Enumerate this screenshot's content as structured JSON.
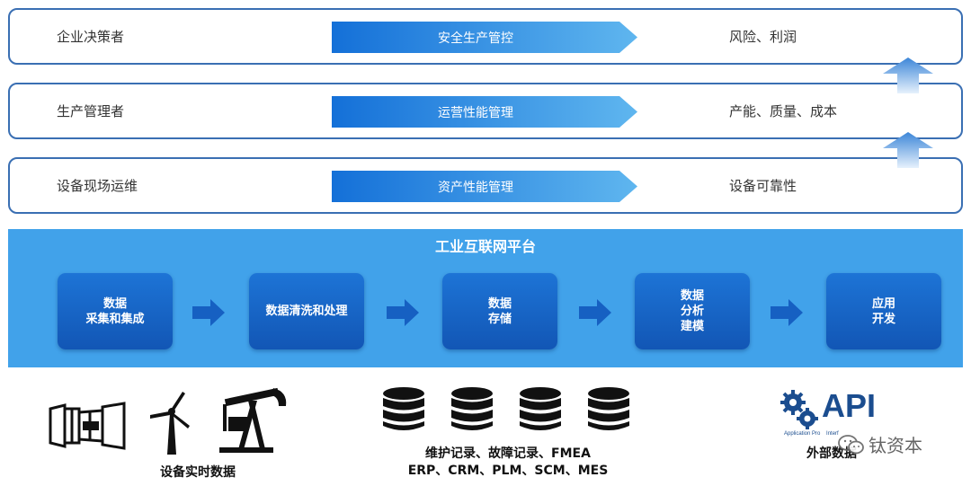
{
  "tiers": [
    {
      "role": "企业决策者",
      "bar": "安全生产管控",
      "goal": "风险、利润"
    },
    {
      "role": "生产管理者",
      "bar": "运营性能管理",
      "goal": "产能、质量、成本"
    },
    {
      "role": "设备现场运维",
      "bar": "资产性能管理",
      "goal": "设备可靠性"
    }
  ],
  "platform": {
    "title": "工业互联网平台",
    "steps": [
      "数据\n采集和集成",
      "数据清洗和处理",
      "数据\n存储",
      "数据\n分析\n建模",
      "应用\n开发"
    ]
  },
  "sources": {
    "equipment_label": "设备实时数据",
    "records_label": "维护记录、故障记录、FMEA\nERP、CRM、PLM、SCM、MES",
    "external_label": "外部数据",
    "api_text": "API",
    "api_subtext": "Application Pro    Interf"
  },
  "watermark": "钛资本",
  "colors": {
    "tier_border": "#3a6fb3",
    "bar_start": "#1470d8",
    "bar_end": "#5fb6ef",
    "platform_bg": "#41a2ea",
    "step_bg": "#1560c4",
    "api_icon": "#1b4d8f"
  },
  "icons": [
    "jet-engine-icon",
    "wind-turbine-icon",
    "oil-pump-icon",
    "database-icon",
    "gears-icon",
    "wechat-icon"
  ]
}
